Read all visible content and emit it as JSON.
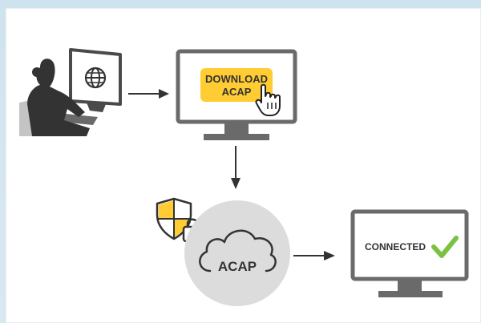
{
  "diagram": {
    "download_button": {
      "line1": "DOWNLOAD",
      "line2": "ACAP"
    },
    "cloud_label": "ACAP",
    "connected_label": "CONNECTED",
    "colors": {
      "button_fill": "#ffcc33",
      "cloud_circle": "#dcdcdc",
      "monitor": "#6a6a6a",
      "check": "#7bc142",
      "shield_accent": "#ffcc33",
      "arrow": "#333333"
    },
    "icons": [
      "person-at-computer-icon",
      "globe-icon",
      "pointer-hand-icon",
      "shield-icon",
      "padlock-icon",
      "cloud-icon",
      "checkmark-icon"
    ]
  }
}
